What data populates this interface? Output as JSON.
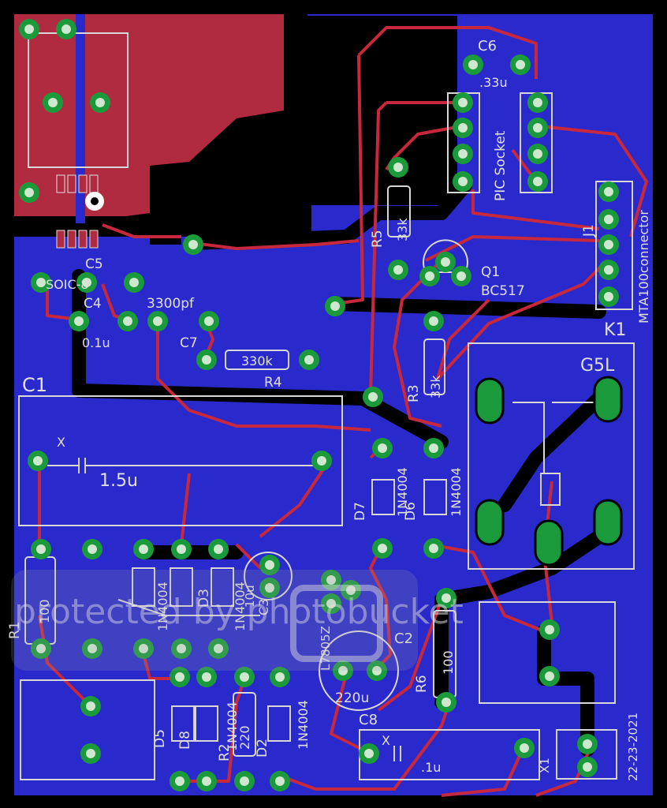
{
  "colors": {
    "background": "#000000",
    "copper_bottom": "#2a2acc",
    "copper_top": "#b02a40",
    "trace": "#c8283c",
    "pad": "#1a9a3a",
    "silk": "#d8d8d8"
  },
  "labels": {
    "c6": "C6",
    "c6_val": ".33u",
    "pic_socket": "PIC Socket",
    "j1": "J1",
    "mta": "MTA100connector",
    "r5": "R5",
    "r5_val": "33k",
    "q1": "Q1",
    "q1_part": "BC517",
    "c5": "C5",
    "soic8": "SOIC-8",
    "c4": "C4",
    "c4_val": "0.1u",
    "c7_val": "3300pf",
    "c7": "C7",
    "r4_val": "330k",
    "r4": "R4",
    "k1": "K1",
    "g5l": "G5L",
    "r3": "R3",
    "r3_val": "33k",
    "c1": "C1",
    "c1_x": "X",
    "c1_val": "1.5u",
    "d7": "D7",
    "d6": "D6",
    "d7_part": "1N4004",
    "d6_part": "1N4004",
    "r1": "R1",
    "r1_val": "100",
    "d4_part": "1N4004",
    "d3": "D3",
    "d3_part": "1N4004",
    "c3": "C3",
    "c3_val": "10u",
    "c2": "C2",
    "c2_val": "220u",
    "l7805": "L7805Z",
    "r6": "R6",
    "r6_val": "100",
    "d5": "D5",
    "d8": "D8",
    "r2": "R2",
    "r2_val": "220",
    "d2": "D2",
    "d2_part": "1N4004",
    "d_mid_part": "1N4004",
    "c8": "C8",
    "c8_x": "X",
    "c8_val": ".1u",
    "x1": "X1",
    "date": "22-23-2021",
    "watermark": "protected by photobucket"
  }
}
